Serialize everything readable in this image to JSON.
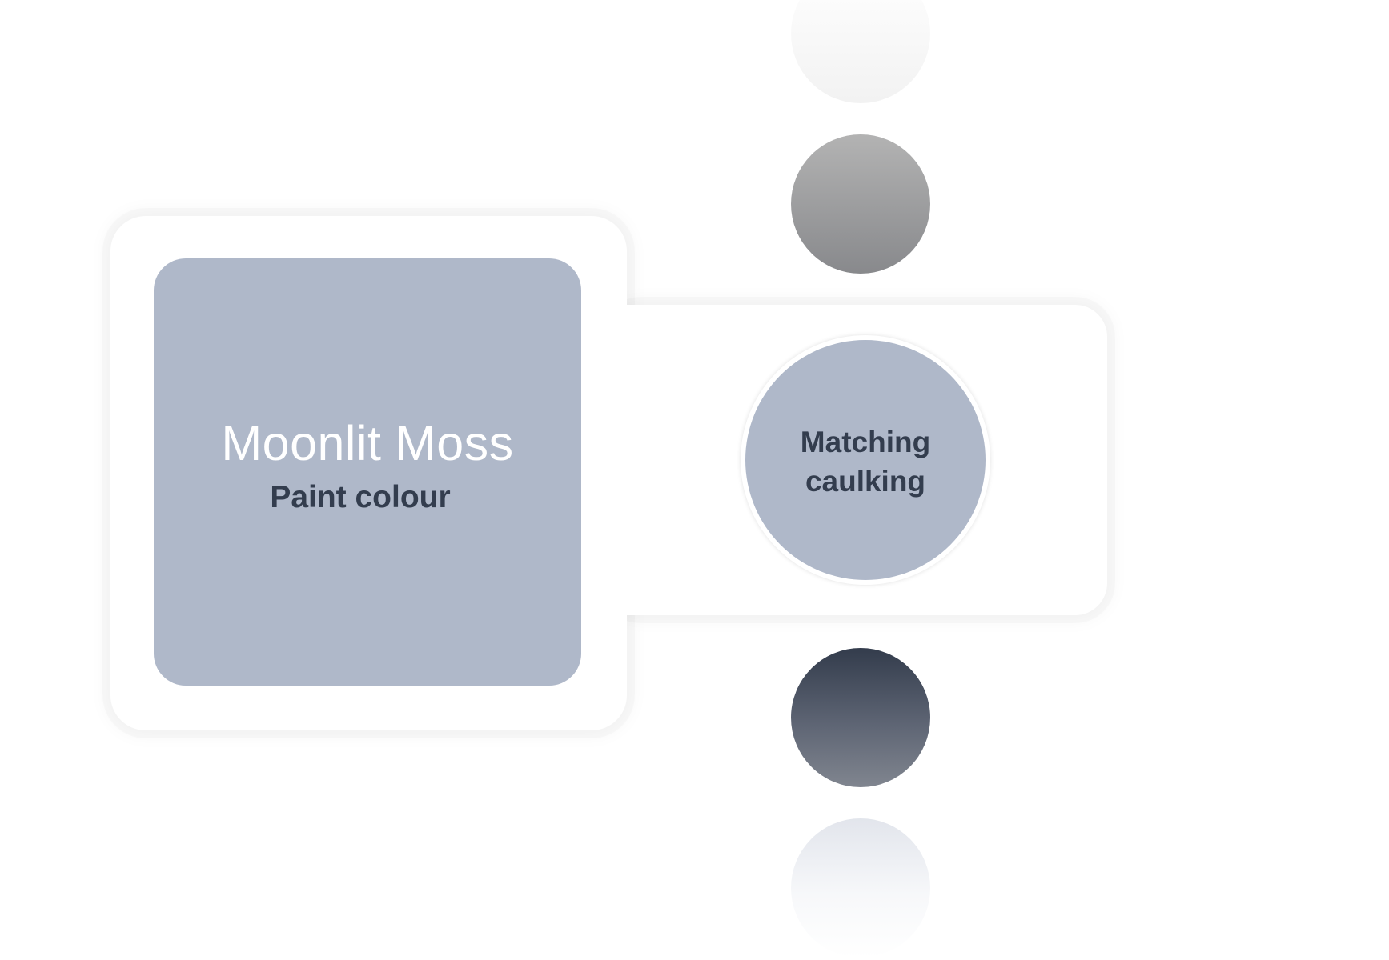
{
  "colors": {
    "swatch": "#afb8c9",
    "card": "#ffffff",
    "text_dark": "#333d4e",
    "text_light": "#ffffff"
  },
  "swatch": {
    "name": "Moonlit Moss",
    "subtitle": "Paint colour"
  },
  "caulking": {
    "label": "Matching caulking"
  },
  "options": [
    {
      "name": "option-white",
      "top_color": "#ffffff",
      "bottom_color": "#f2f2f2"
    },
    {
      "name": "option-gray",
      "top_color": "#b3b3b3",
      "bottom_color": "#88898c"
    },
    {
      "name": "option-charcoal",
      "top_color": "#333c4c",
      "bottom_color": "#80858f"
    },
    {
      "name": "option-pale-blue",
      "top_color": "#e2e5ec",
      "bottom_color": "#ffffff"
    }
  ]
}
